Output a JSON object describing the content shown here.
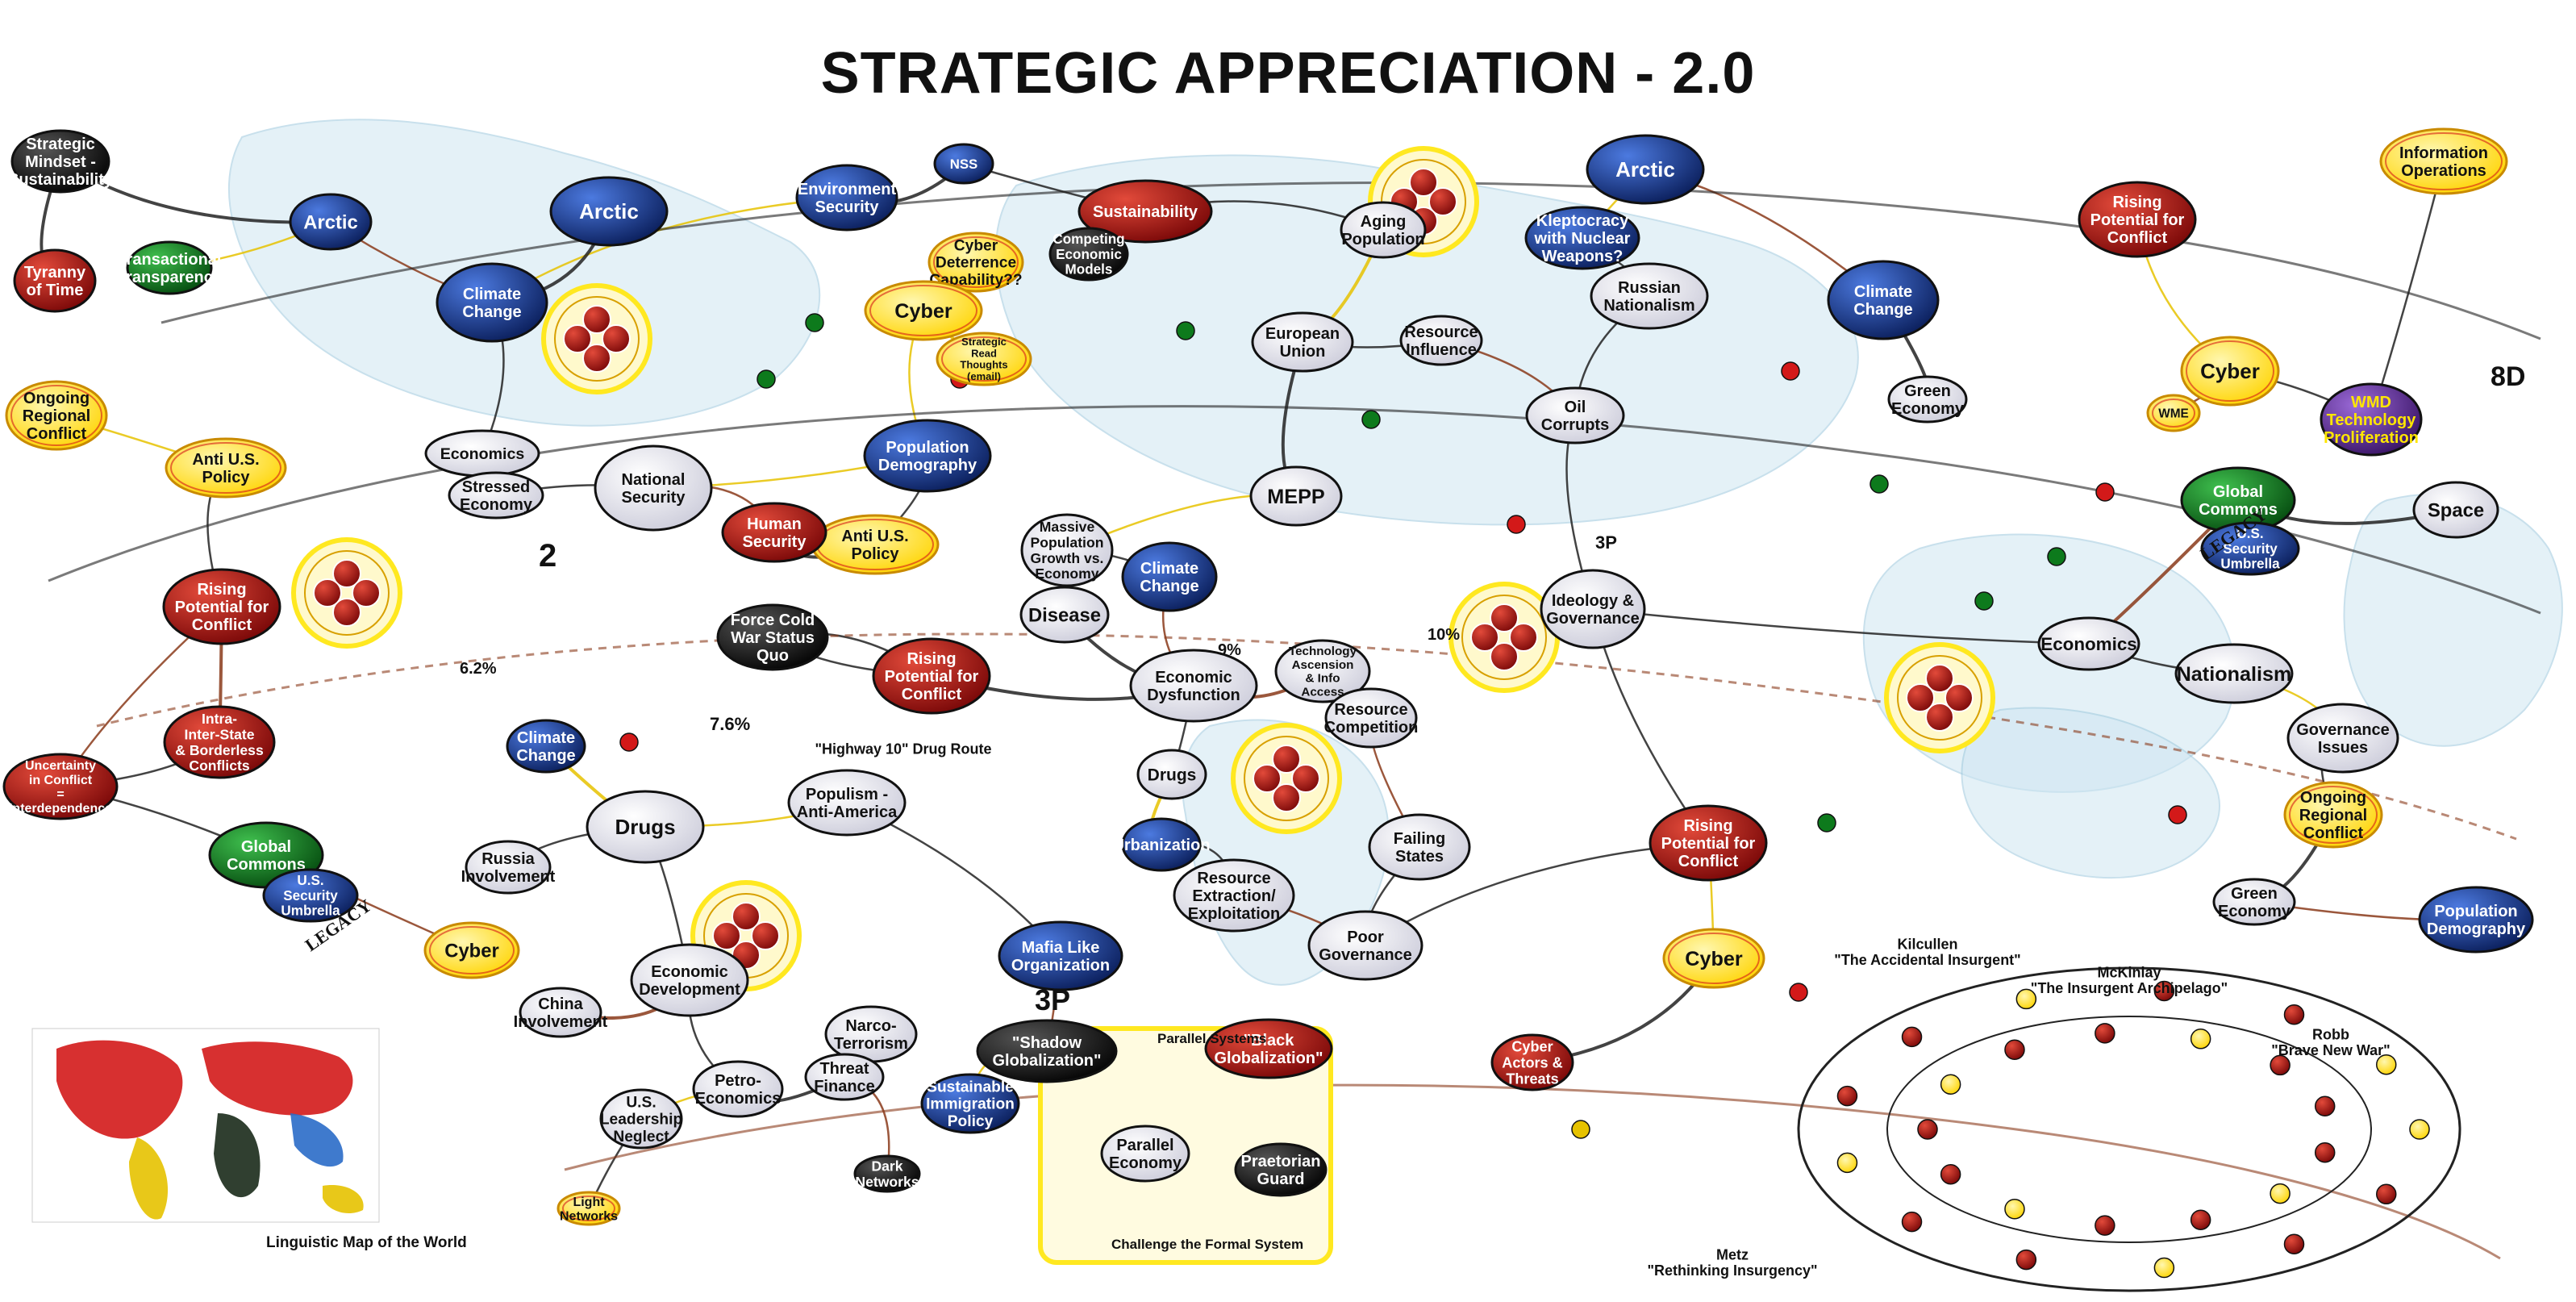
{
  "title": "STRATEGIC APPRECIATION - 2.0",
  "colors": {
    "dark_red": "#a01010",
    "navy": "#13317a",
    "green": "#0d7a1c",
    "black": "#111111",
    "yellow": "#ffe820",
    "purple": "#5a2c91",
    "light": "#e8e8f0",
    "link_dark": "#222222",
    "link_brown": "#8a3a1a",
    "link_yellow": "#e6c200",
    "land": "#cfe6f2"
  },
  "nodes": [
    {
      "id": "strategic-mindset",
      "label": "Strategic Mindset - Sustainability",
      "style": "black"
    },
    {
      "id": "arctic-1",
      "label": "Arctic",
      "style": "navy"
    },
    {
      "id": "arctic-2",
      "label": "Arctic",
      "style": "navy"
    },
    {
      "id": "arctic-3",
      "label": "Arctic",
      "style": "navy"
    },
    {
      "id": "transactional-transparency",
      "label": "Transactional Transparency",
      "style": "green"
    },
    {
      "id": "climate-change-1",
      "label": "Climate Change",
      "style": "navy"
    },
    {
      "id": "climate-change-2",
      "label": "Climate Change",
      "style": "navy"
    },
    {
      "id": "climate-change-3",
      "label": "Climate Change",
      "style": "navy"
    },
    {
      "id": "climate-change-4",
      "label": "Climate Change",
      "style": "navy"
    },
    {
      "id": "environment-security",
      "label": "Environment Security",
      "style": "navy"
    },
    {
      "id": "nss",
      "label": "NSS",
      "style": "navy"
    },
    {
      "id": "sustainability",
      "label": "Sustainability",
      "style": "dark_red"
    },
    {
      "id": "cyber-deterrence",
      "label": "Cyber Deterrence Capability??",
      "style": "yellow"
    },
    {
      "id": "cyber-1",
      "label": "Cyber",
      "style": "yellow"
    },
    {
      "id": "cyber-2",
      "label": "Cyber",
      "style": "yellow"
    },
    {
      "id": "cyber-3",
      "label": "Cyber",
      "style": "yellow"
    },
    {
      "id": "cyber-4",
      "label": "Cyber",
      "style": "yellow"
    },
    {
      "id": "strategic-read-thoughts",
      "label": "Strategic Read Thoughts (email)",
      "style": "yellow"
    },
    {
      "id": "competing-economic-models",
      "label": "Competing Economic Models",
      "style": "black"
    },
    {
      "id": "aging-population",
      "label": "Aging Population",
      "style": "light"
    },
    {
      "id": "kleptocracy",
      "label": "Kleptocracy with Nuclear Weapons?",
      "style": "navy"
    },
    {
      "id": "russian-nationalism",
      "label": "Russian Nationalism",
      "style": "light"
    },
    {
      "id": "rising-potential-1",
      "label": "Rising Potential for Conflict",
      "style": "dark_red"
    },
    {
      "id": "rising-potential-2",
      "label": "Rising Potential for Conflict",
      "style": "dark_red"
    },
    {
      "id": "rising-potential-3",
      "label": "Rising Potential for Conflict",
      "style": "dark_red"
    },
    {
      "id": "rising-potential-4",
      "label": "Rising Potential for Conflict",
      "style": "dark_red"
    },
    {
      "id": "tyranny-of-time",
      "label": "Tyranny of Time",
      "style": "dark_red"
    },
    {
      "id": "ongoing-regional-1",
      "label": "Ongoing Regional Conflict",
      "style": "yellow"
    },
    {
      "id": "ongoing-regional-2",
      "label": "Ongoing Regional Conflict",
      "style": "yellow"
    },
    {
      "id": "anti-us-policy-1",
      "label": "Anti U.S. Policy",
      "style": "yellow"
    },
    {
      "id": "anti-us-policy-2",
      "label": "Anti U.S. Policy",
      "style": "yellow"
    },
    {
      "id": "economics-1",
      "label": "Economics",
      "style": "light"
    },
    {
      "id": "economics-2",
      "label": "Economics",
      "style": "light"
    },
    {
      "id": "stressed-economy",
      "label": "Stressed Economy",
      "style": "light"
    },
    {
      "id": "national-security",
      "label": "National Security",
      "style": "light"
    },
    {
      "id": "human-security",
      "label": "Human Security",
      "style": "dark_red"
    },
    {
      "id": "european-union",
      "label": "European Union",
      "style": "light"
    },
    {
      "id": "resource-influence",
      "label": "Resource Influence",
      "style": "light"
    },
    {
      "id": "oil-corrupts",
      "label": "Oil Corrupts",
      "style": "light"
    },
    {
      "id": "population-demography-1",
      "label": "Population Demography",
      "style": "navy"
    },
    {
      "id": "population-demography-2",
      "label": "Population Demography",
      "style": "navy"
    },
    {
      "id": "mepp",
      "label": "MEPP",
      "style": "light"
    },
    {
      "id": "green-economy-1",
      "label": "Green Economy",
      "style": "light"
    },
    {
      "id": "green-economy-2",
      "label": "Green Economy",
      "style": "light"
    },
    {
      "id": "global-commons-1",
      "label": "Global Commons",
      "style": "green"
    },
    {
      "id": "global-commons-2",
      "label": "Global Commons",
      "style": "green"
    },
    {
      "id": "us-security-umbrella-1",
      "label": "U.S. Security Umbrella",
      "style": "navy"
    },
    {
      "id": "us-security-umbrella-2",
      "label": "U.S. Security Umbrella",
      "style": "navy"
    },
    {
      "id": "space",
      "label": "Space",
      "style": "light"
    },
    {
      "id": "wmd-tech",
      "label": "WMD Technology Proliferation",
      "style": "purple"
    },
    {
      "id": "wme",
      "label": "WME",
      "style": "yellow"
    },
    {
      "id": "information",
      "label": "Information Operations",
      "style": "yellow"
    },
    {
      "id": "intra-inter-state",
      "label": "Intra- Inter-State & Borderless Conflicts",
      "style": "dark_red"
    },
    {
      "id": "force-cold-war",
      "label": "Force Cold War Status Quo",
      "style": "black"
    },
    {
      "id": "massive-population",
      "label": "Massive Population Growth vs. Economy",
      "style": "light"
    },
    {
      "id": "disease",
      "label": "Disease",
      "style": "light"
    },
    {
      "id": "economic-dysfunction",
      "label": "Economic Dysfunction",
      "style": "light"
    },
    {
      "id": "technology-ascension",
      "label": "Technology Ascension & Info Access",
      "style": "light"
    },
    {
      "id": "ideology-governance",
      "label": "Ideology & Governance",
      "style": "light"
    },
    {
      "id": "nationalism",
      "label": "Nationalism",
      "style": "light"
    },
    {
      "id": "governance-issues",
      "label": "Governance Issues",
      "style": "light"
    },
    {
      "id": "uncertainty",
      "label": "Uncertainty in Conflict = Interdependence",
      "style": "dark_red"
    },
    {
      "id": "highway-10",
      "label": "\"Highway 10\" Drug Route",
      "style": "none"
    },
    {
      "id": "populism",
      "label": "Populism - Anti-America",
      "style": "light"
    },
    {
      "id": "drugs-1",
      "label": "Drugs",
      "style": "light"
    },
    {
      "id": "drugs-2",
      "label": "Drugs",
      "style": "light"
    },
    {
      "id": "resource-competition",
      "label": "Resource Competition",
      "style": "light"
    },
    {
      "id": "failing-states",
      "label": "Failing States",
      "style": "light"
    },
    {
      "id": "urbanization",
      "label": "Urbanization",
      "style": "navy"
    },
    {
      "id": "russia-involvement",
      "label": "Russia Involvement",
      "style": "light"
    },
    {
      "id": "economic-development",
      "label": "Economic Development",
      "style": "light"
    },
    {
      "id": "china-involvement",
      "label": "China Involvement",
      "style": "light"
    },
    {
      "id": "mafia-like",
      "label": "Mafia Like Organization",
      "style": "navy"
    },
    {
      "id": "resource-extraction",
      "label": "Resource Extraction/ Exploitation",
      "style": "light"
    },
    {
      "id": "poor-governance",
      "label": "Poor Governance",
      "style": "light"
    },
    {
      "id": "shadow-globalization",
      "label": "\"Shadow Globalization\"",
      "style": "black"
    },
    {
      "id": "black-globalization",
      "label": "\"Black Globalization\"",
      "style": "dark_red"
    },
    {
      "id": "narco-terrorism",
      "label": "Narco- Terrorism",
      "style": "light"
    },
    {
      "id": "threat-finance",
      "label": "Threat Finance",
      "style": "light"
    },
    {
      "id": "petro-economics",
      "label": "Petro- Economics",
      "style": "light"
    },
    {
      "id": "us-leadership-neglect",
      "label": "U.S. Leadership Neglect",
      "style": "light"
    },
    {
      "id": "sustainable-immigration",
      "label": "Sustainable Immigration Policy",
      "style": "navy"
    },
    {
      "id": "cyber-actors",
      "label": "Cyber Actors & Threats",
      "style": "dark_red"
    },
    {
      "id": "parallel-economy",
      "label": "Parallel Economy",
      "style": "light"
    },
    {
      "id": "praetorian-guard",
      "label": "Praetorian Guard",
      "style": "black"
    },
    {
      "id": "kilcullen",
      "label": "Kilcullen \"The Accidental Insurgent\"",
      "style": "none"
    },
    {
      "id": "mckinlay",
      "label": "McKinlay \"The Insurgent Archipelago\"",
      "style": "none"
    },
    {
      "id": "robb",
      "label": "Robb \"Brave New War\"",
      "style": "none"
    },
    {
      "id": "metz",
      "label": "Metz \"Rethinking Insurgency\"",
      "style": "none"
    },
    {
      "id": "light-networks",
      "label": "Light Networks",
      "style": "yellow"
    },
    {
      "id": "dark-networks",
      "label": "Dark Networks",
      "style": "black"
    }
  ],
  "map_labels": {
    "linguistic_map": "Linguistic Map of the World",
    "legacy_1": "LEGACY",
    "legacy_2": "LEGACY",
    "label_2": "2",
    "label_3p_1": "3P",
    "label_3p_2": "3P",
    "label_8d": "8D",
    "pct_1": "7.6%",
    "pct_2": "10%",
    "pct_3": "9%",
    "pct_4": "6.2%",
    "parallel_systems": "Parallel Systems",
    "challenge_formal": "Challenge the Formal System"
  }
}
